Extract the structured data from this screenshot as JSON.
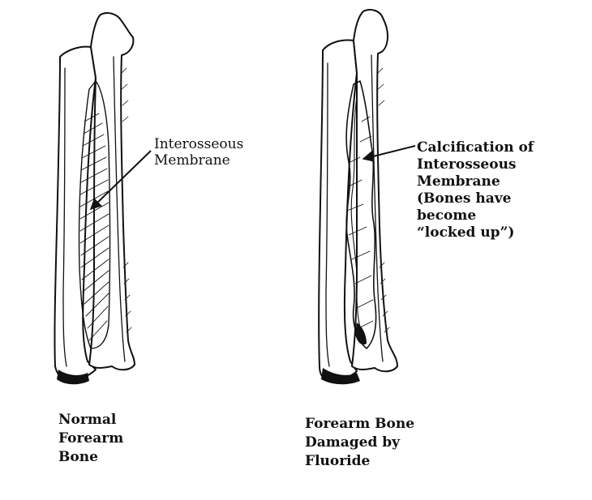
{
  "labels": {
    "normal_callout": [
      "Interosseous",
      "Membrane"
    ],
    "damaged_callout": [
      "Calcification of",
      "Interosseous",
      "Membrane",
      "(Bones have",
      "become",
      "“locked up”)"
    ],
    "normal_caption": [
      "Normal",
      "Forearm",
      "Bone"
    ],
    "damaged_caption": [
      "Forearm Bone",
      "Damaged by",
      "Fluoride"
    ]
  },
  "colors": {
    "ink": "#111111",
    "paper": "#ffffff"
  }
}
